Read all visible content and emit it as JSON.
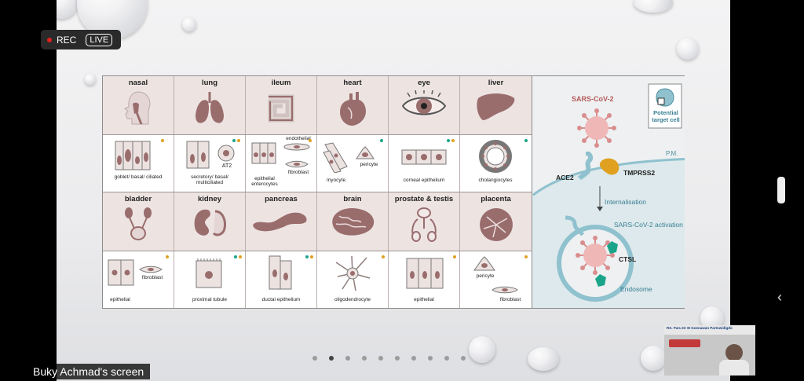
{
  "recording": {
    "rec_label": "REC",
    "live_label": "LIVE"
  },
  "slide": {
    "organs_row1": [
      "nasal",
      "lung",
      "ileum",
      "heart",
      "eye",
      "liver"
    ],
    "organs_row2": [
      "bladder",
      "kidney",
      "pancreas",
      "brain",
      "prostate & testis",
      "placenta"
    ],
    "cells_row1": {
      "nasal": "goblet/ basal/ ciliated",
      "lung_at2": "AT2",
      "lung": "secretory/ basal/ multiciliated",
      "ileum_endo": "endothelial",
      "ileum_fib": "fibroblast",
      "ileum": "epithelial enterocytes",
      "heart_myo": "myocyte",
      "heart_peri": "pericyte",
      "eye": "corneal epithelium",
      "liver": "cholangiocytes"
    },
    "cells_row2": {
      "bladder_fib": "fibroblast",
      "bladder": "epithelial",
      "kidney": "proximal tubule",
      "pancreas": "ductal epithelium",
      "brain": "oligodendrocyte",
      "prostate": "epithelial",
      "placenta_peri": "pericyte",
      "placenta_fib": "fibroblast"
    },
    "panel": {
      "legend": "Potential target cell",
      "virus": "SARS-CoV-2",
      "pm": "P.M.",
      "ace2": "ACE2",
      "tmprss2": "TMPRSS2",
      "internalisation": "Internalisation",
      "activation": "SARS-CoV-2 activation",
      "ctsl": "CTSL",
      "endosome": "Endosome"
    }
  },
  "colors": {
    "organ": "#9a6d6d",
    "tissue_bg": "#ede4e2",
    "panel_bg": "#dde9ec",
    "orange": "#e0a020",
    "teal": "#1aa58a"
  },
  "pagination": {
    "count": 10,
    "active": 1
  },
  "screen_label": "Buky Achmad's screen",
  "video": {
    "caption": "RS. Paru Dr M Goenawan Partowidigdo"
  }
}
